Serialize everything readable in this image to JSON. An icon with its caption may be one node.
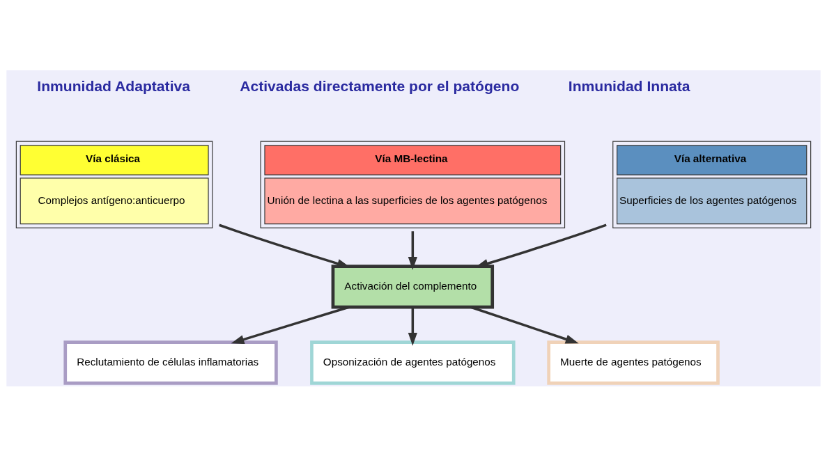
{
  "diagram": {
    "nodes": [
      {
        "text": [
          "Vía clásica",
          "Complejos antígeno:anticuerpo"
        ]
      },
      {
        "text": [
          "Vía MB-lectina",
          "Unión de lectina a las superficies de los agentes patógenos"
        ]
      },
      {
        "text": [
          "Vía alternativa",
          "Superficies de los agentes patógenos"
        ]
      },
      {
        "text": [
          "Activación del complemento"
        ]
      },
      {
        "text": [
          "Reclutamiento de células inflamatorias"
        ]
      },
      {
        "text": [
          "Opsonización de agentes patógenos"
        ]
      },
      {
        "text": [
          "Muerte de agentes patógenos"
        ]
      }
    ],
    "edges": [
      {
        "from": 0,
        "to": 3,
        "arrow": "to"
      },
      {
        "from": 1,
        "to": 3,
        "arrow": "to"
      },
      {
        "from": 2,
        "to": 3,
        "arrow": "to"
      },
      {
        "from": 3,
        "to": 4,
        "arrow": "to"
      },
      {
        "from": 3,
        "to": 5,
        "arrow": "to"
      },
      {
        "from": 3,
        "to": 6,
        "arrow": "to"
      }
    ],
    "labels": [
      "Inmunidad Adaptativa",
      "Activadas directamente por el patógeno",
      "Inmunidad Innata"
    ]
  }
}
